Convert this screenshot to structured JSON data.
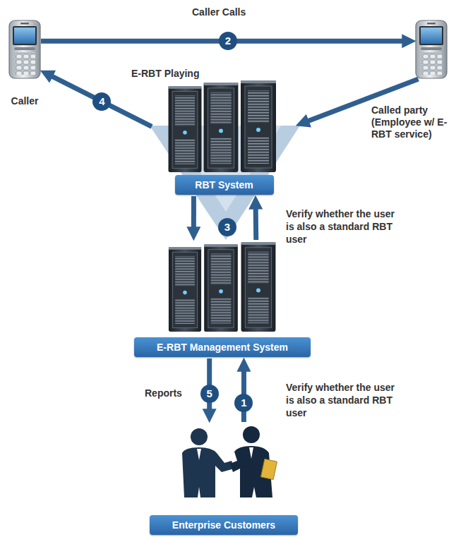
{
  "diagram": {
    "nodes": [
      {
        "text": [
          "Caller"
        ]
      },
      {
        "text": [
          "Called party (Employee w/ E-RBT service)"
        ]
      },
      {
        "text": [
          "RBT System"
        ]
      },
      {
        "text": [
          "E-RBT Management System"
        ]
      },
      {
        "text": [
          "Enterprise Customers"
        ]
      }
    ],
    "edges": [
      {
        "from": 0,
        "to": 1,
        "arrow": "to",
        "label": "Caller Calls"
      },
      {
        "from": 1,
        "to": 2,
        "arrow": "to"
      },
      {
        "from": 2,
        "to": 0,
        "arrow": "to",
        "label": "E-RBT Playing"
      },
      {
        "from": 2,
        "to": 3,
        "arrow": "to"
      },
      {
        "from": 3,
        "to": 2,
        "arrow": "to",
        "label": "Verify whether the user is also a standard RBT user"
      },
      {
        "from": 3,
        "to": 4,
        "arrow": "to",
        "label": "Reports"
      },
      {
        "from": 4,
        "to": 3,
        "arrow": "to",
        "label": "Verify whether the user is also a standard RBT user"
      }
    ],
    "labels": [
      "2",
      "4",
      "3",
      "5",
      "1"
    ]
  }
}
